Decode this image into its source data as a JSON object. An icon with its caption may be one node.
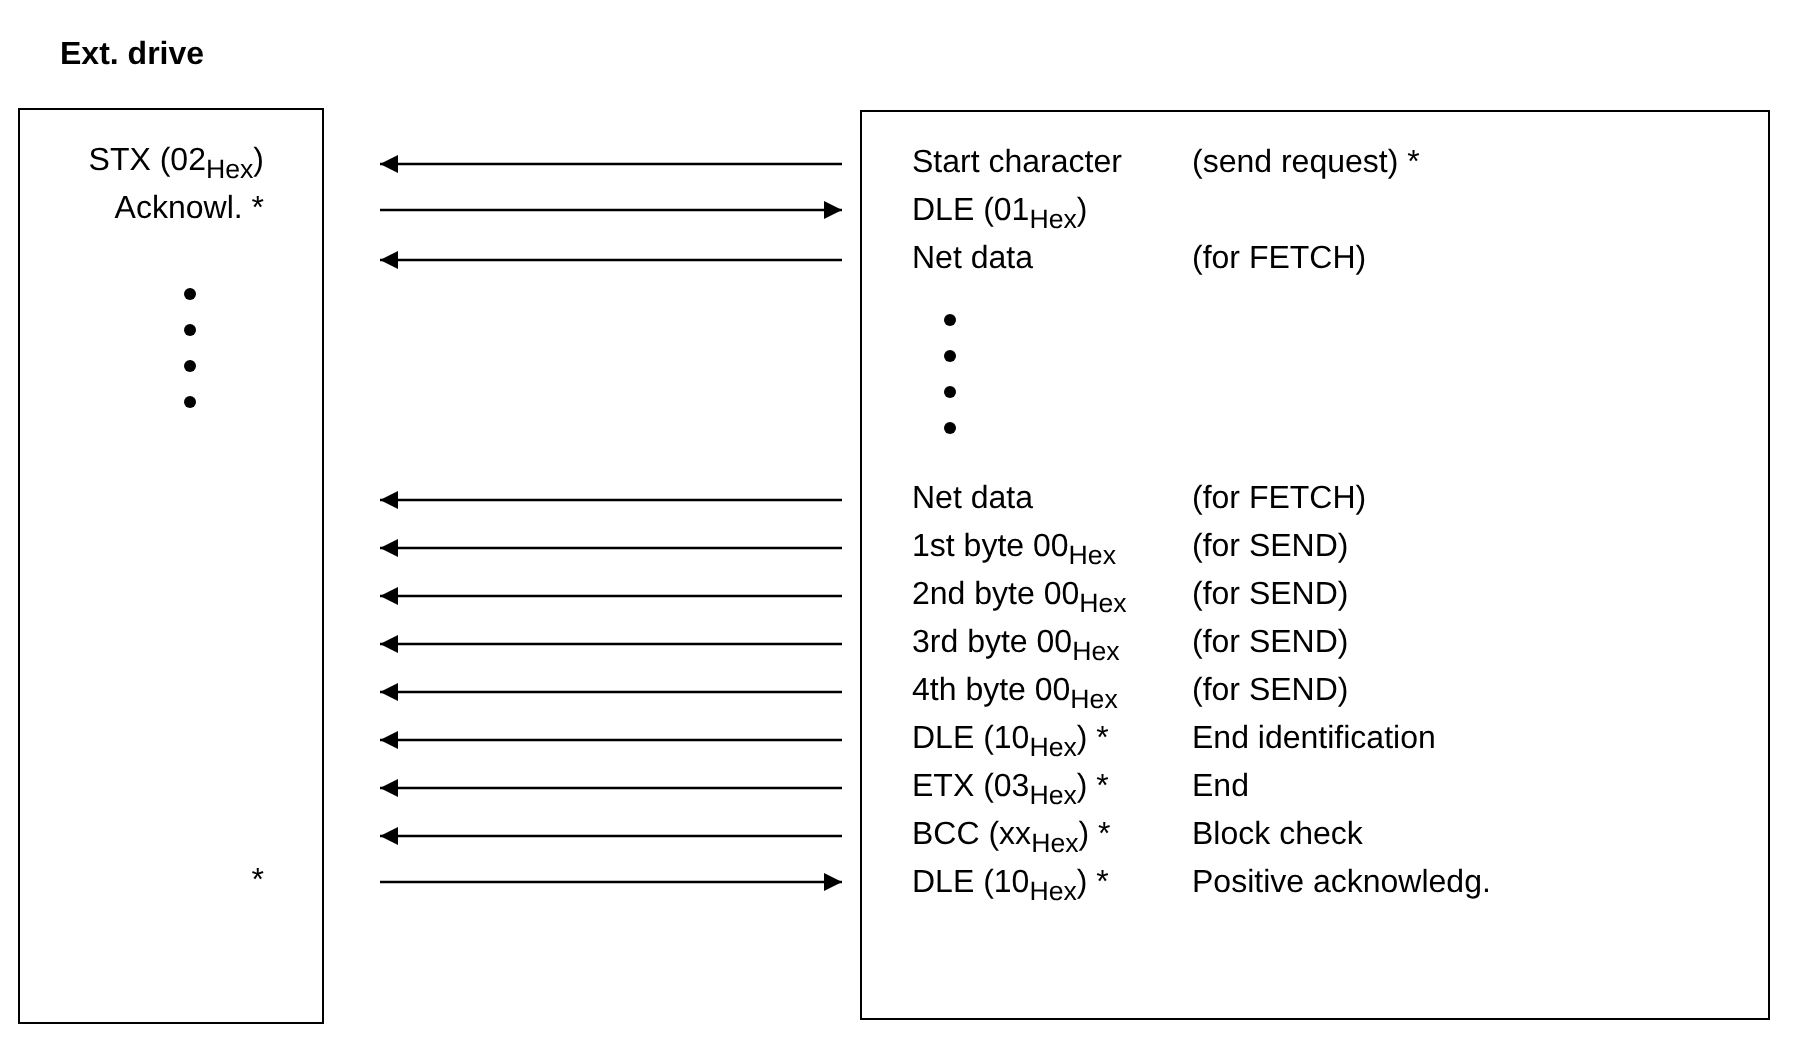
{
  "diagram": {
    "nodes": [
      {
        "text": [
          "Ext. drive"
        ]
      },
      {
        "text": [
          "STX (02$_{Hex}$)"
        ],
        "in": 0
      },
      {
        "text": [
          "Acknowl. *"
        ],
        "in": 0
      },
      {
        "text": [
          "*"
        ],
        "in": 0
      },
      {
        "text": [],
        "shape": "box"
      },
      {
        "text": [
          "Start character",
          "(send request) *"
        ],
        "in": 4
      },
      {
        "text": [
          "DLE (01$_{Hex}$)"
        ],
        "in": 4
      },
      {
        "text": [
          "Net data",
          "(for FETCH)"
        ],
        "in": 4
      },
      {
        "text": [
          "Net data",
          "(for FETCH)"
        ],
        "in": 4
      },
      {
        "text": [
          "1st byte 00$_{Hex}$",
          "(for SEND)"
        ],
        "in": 4
      },
      {
        "text": [
          "2nd byte 00$_{Hex}$",
          "(for SEND)"
        ],
        "in": 4
      },
      {
        "text": [
          "3rd byte 00$_{Hex}$",
          "(for SEND)"
        ],
        "in": 4
      },
      {
        "text": [
          "4th byte 00$_{Hex}$",
          "(for SEND)"
        ],
        "in": 4
      },
      {
        "text": [
          "DLE (10$_{Hex}$) *",
          "End identification"
        ],
        "in": 4
      },
      {
        "text": [
          "ETX (03$_{Hex}$) *",
          "End"
        ],
        "in": 4
      },
      {
        "text": [
          "BCC (xx$_{Hex}$) *",
          "Block check"
        ],
        "in": 4
      },
      {
        "text": [
          "DLE (10$_{Hex}$) *",
          "Positive acknowledg."
        ],
        "in": 4
      }
    ],
    "edges": [
      {
        "from": 5,
        "to": 1,
        "arrow": "to"
      },
      {
        "from": 2,
        "to": 6,
        "arrow": "to"
      },
      {
        "from": 7,
        "to": 0,
        "arrow": "to"
      },
      {
        "from": 8,
        "to": 0,
        "arrow": "to"
      },
      {
        "from": 9,
        "to": 0,
        "arrow": "to"
      },
      {
        "from": 10,
        "to": 0,
        "arrow": "to"
      },
      {
        "from": 11,
        "to": 0,
        "arrow": "to"
      },
      {
        "from": 12,
        "to": 0,
        "arrow": "to"
      },
      {
        "from": 13,
        "to": 0,
        "arrow": "to"
      },
      {
        "from": 14,
        "to": 0,
        "arrow": "to"
      },
      {
        "from": 15,
        "to": 0,
        "arrow": "to"
      },
      {
        "from": 3,
        "to": 16,
        "arrow": "to"
      }
    ]
  }
}
